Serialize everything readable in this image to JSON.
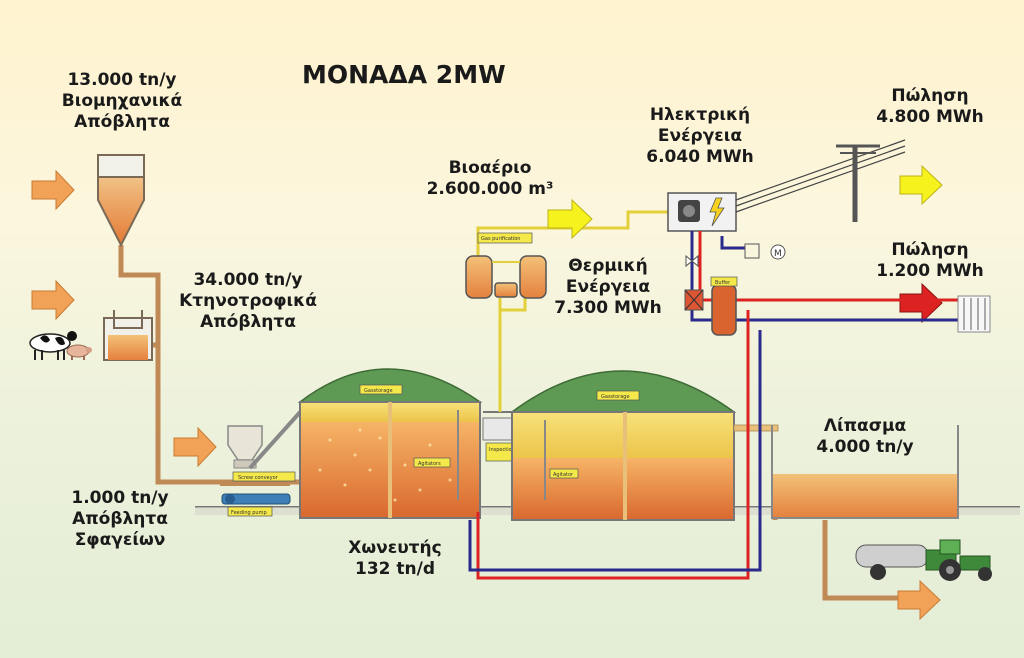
{
  "title": "ΜΟΝΑΔΑ 2MW",
  "inputs": {
    "industrial": {
      "amount": "13.000 tn/y",
      "line1": "Βιομηχανικά",
      "line2": "Απόβλητα"
    },
    "livestock": {
      "amount": "34.000 tn/y",
      "line1": "Κτηνοτροφικά",
      "line2": "Απόβλητα"
    },
    "slaughter": {
      "amount": "1.000 tn/y",
      "line1": "Απόβλητα",
      "line2": "Σφαγείων"
    }
  },
  "digester": {
    "label": "Χωνευτής",
    "rate": "132 tn/d"
  },
  "biogas": {
    "label": "Βιοαέριο",
    "amount": "2.600.000 m³"
  },
  "electric": {
    "line1": "Ηλεκτρική",
    "line2": "Ενέργεια",
    "amount": "6.040 MWh"
  },
  "thermal": {
    "line1": "Θερμική",
    "line2": "Ενέργεια",
    "amount": "7.300 MWh"
  },
  "sale_electric": {
    "label": "Πώληση",
    "amount": "4.800 MWh"
  },
  "sale_thermal": {
    "label": "Πώληση",
    "amount": "1.200 MWh"
  },
  "fertilizer": {
    "label": "Λίπασμα",
    "amount": "4.000 tn/y"
  },
  "equipment_labels": {
    "gas_purification": "Gas purification",
    "gasstorage1": "Gasstorage",
    "gasstorage2": "Gasstorage",
    "agitators": "Agitators",
    "agitator": "Agitator",
    "screw_conveyor": "Screw conveyor",
    "feeding_pump": "Feeding pump",
    "inspection_platform": "Inspection platform",
    "buffer": "Buffer"
  },
  "colors": {
    "pipe_brown": "#c08a57",
    "pipe_yellow": "#e2cf3a",
    "pipe_red": "#dd2222",
    "pipe_blue": "#2a2a8c",
    "arrow_orange": "#f1a257",
    "arrow_yellow": "#f6f21e",
    "arrow_red": "#dd2222",
    "dome_green": "#5f9a55",
    "gas_yellow": "#f3da5c",
    "sludge": "#de7436"
  }
}
